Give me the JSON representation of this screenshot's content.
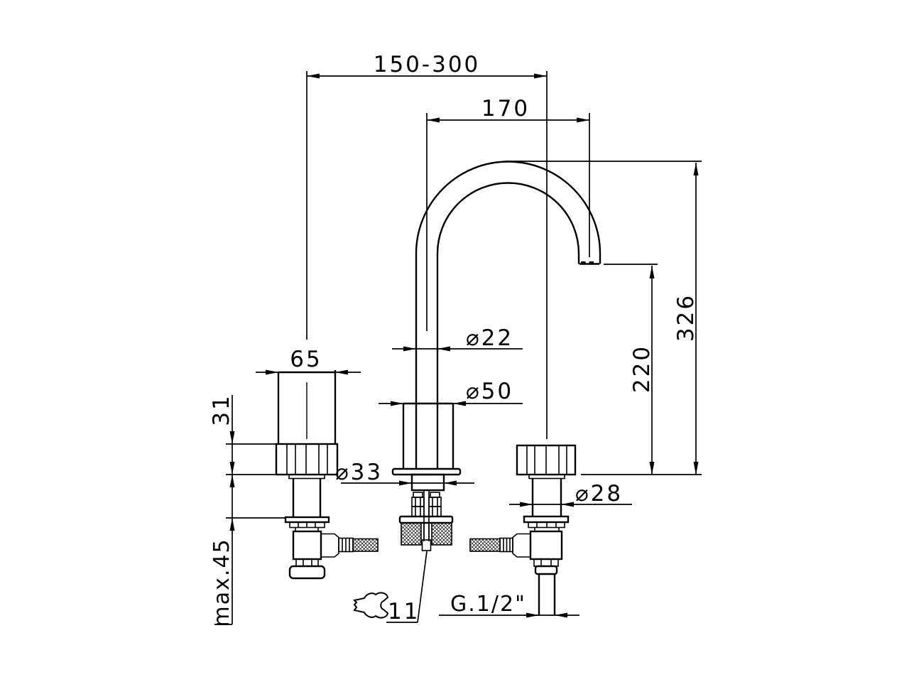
{
  "drawing": {
    "type": "faucet-technical-drawing",
    "background": "#ffffff",
    "line_color": "#000000",
    "dimensions": {
      "spread": "150-300",
      "reach": "170",
      "total_height": "326",
      "outlet_height": "220",
      "handle_diameter": "65",
      "handle_height": "31",
      "max_mounting_depth": "max.45",
      "spout_tube_diameter": "⌀22",
      "spout_base_diameter": "⌀50",
      "spout_shank_diameter": "⌀33",
      "valve_shank_diameter": "⌀28",
      "wrench_size": "11",
      "inlet_thread": "G.1/2\""
    }
  }
}
